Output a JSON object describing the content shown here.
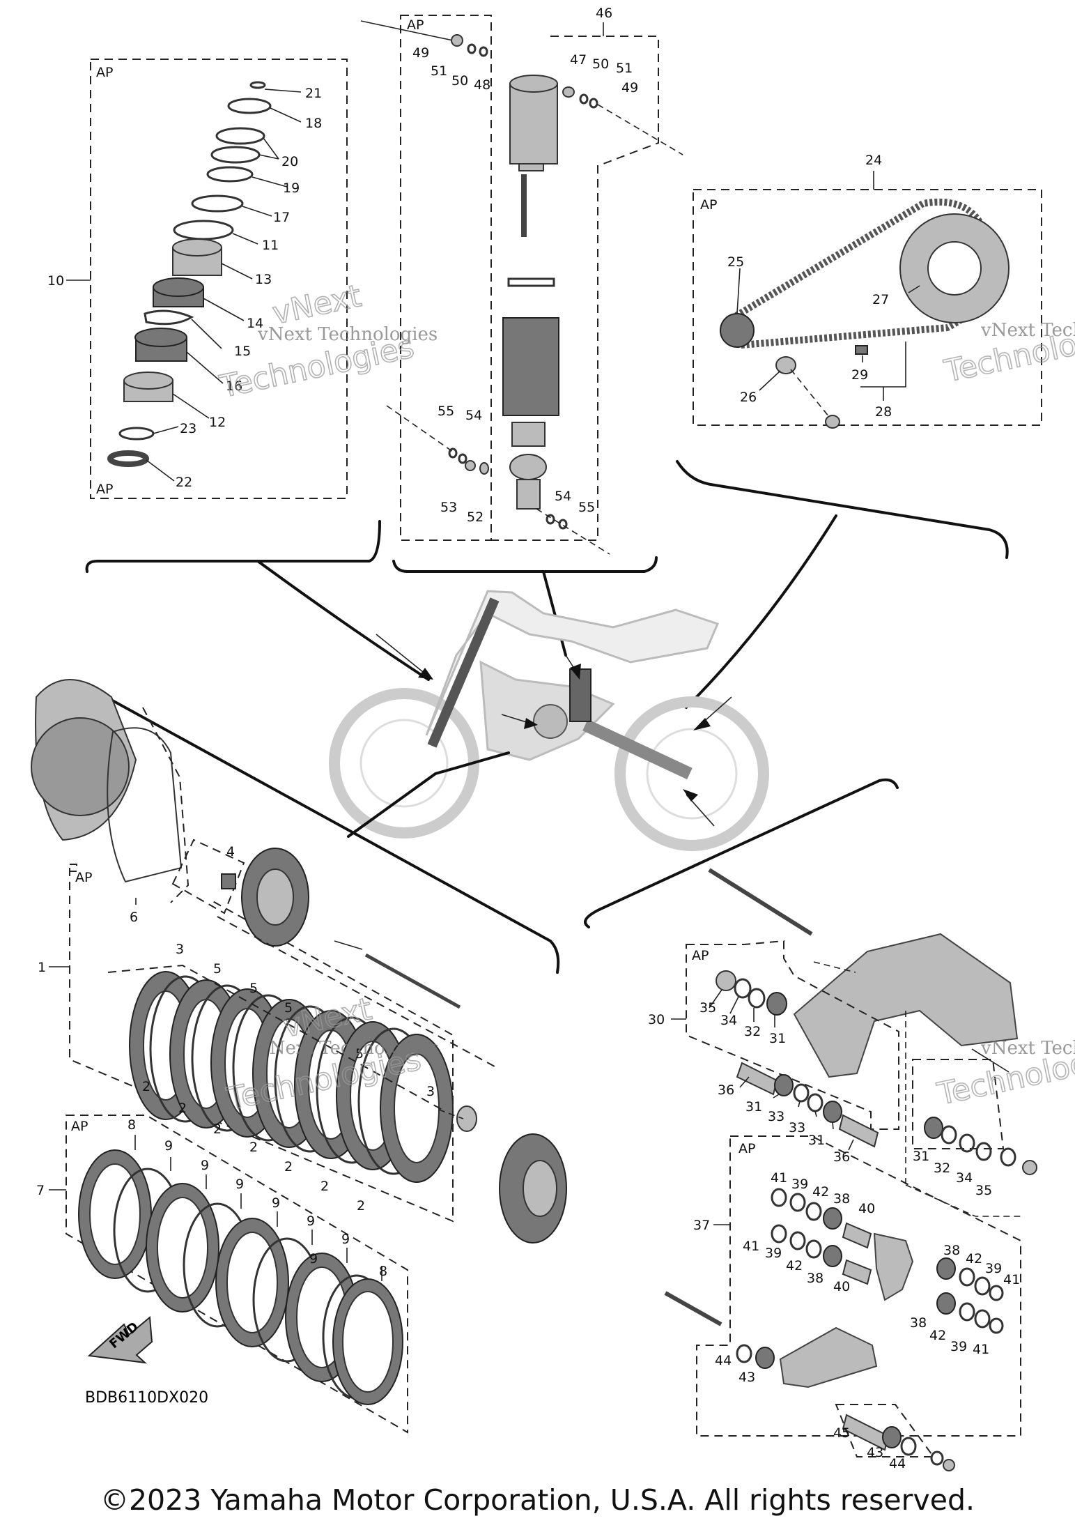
{
  "diagram": {
    "code": "BDB6110DX020",
    "copyright": "©2023 Yamaha Motor Corporation, U.S.A. All rights reserved.",
    "assembly_tag": "AP",
    "fwd_label": "FWD",
    "watermark": {
      "line1": "vNext Technologies",
      "outline_top": "vNext",
      "outline_bottom": "Technologies"
    }
  },
  "groups": {
    "steering": {
      "group_label": "10",
      "parts": [
        "21",
        "18",
        "20",
        "19",
        "17",
        "11",
        "13",
        "14",
        "15",
        "16",
        "12",
        "23",
        "22"
      ]
    },
    "rear_shock": {
      "group_label": "46",
      "parts": [
        "49",
        "51",
        "50",
        "48",
        "47",
        "50",
        "51",
        "49",
        "55",
        "54",
        "53",
        "52",
        "54",
        "55"
      ]
    },
    "drive_chain": {
      "group_label": "24",
      "parts": [
        "25",
        "27",
        "29",
        "26",
        "28"
      ]
    },
    "clutch_cover": {
      "group_label": "1",
      "parts": [
        "6",
        "4",
        "3",
        "5",
        "5",
        "5",
        "5",
        "2",
        "2",
        "2",
        "2",
        "2",
        "2",
        "2",
        "3"
      ]
    },
    "friction_plates": {
      "group_label": "7",
      "parts": [
        "8",
        "9",
        "9",
        "9",
        "9",
        "9",
        "9",
        "9",
        "8"
      ]
    },
    "swingarm": {
      "group_label": "30",
      "parts": [
        "35",
        "34",
        "32",
        "31",
        "36",
        "31",
        "33",
        "33",
        "31",
        "36",
        "31",
        "32",
        "34",
        "35"
      ]
    },
    "relay_arm": {
      "group_label": "37",
      "parts": [
        "41",
        "39",
        "42",
        "38",
        "40",
        "41",
        "39",
        "42",
        "38",
        "40",
        "38",
        "42",
        "39",
        "41",
        "38",
        "42",
        "39",
        "41",
        "44",
        "43",
        "45",
        "43",
        "44"
      ]
    }
  }
}
